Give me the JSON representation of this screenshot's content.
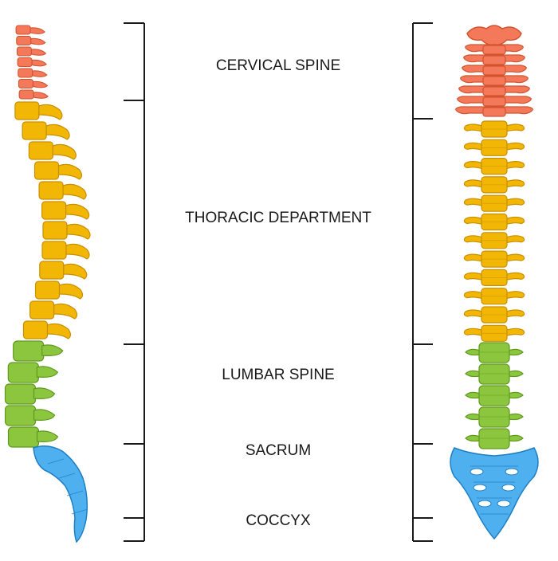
{
  "labels": {
    "cervical": "CERVICAL SPINE",
    "thoracic": "THORACIC DEPARTMENT",
    "lumbar": "LUMBAR SPINE",
    "sacrum": "SACRUM",
    "coccyx": "COCCYX"
  },
  "colors": {
    "cervical": "#f4795a",
    "thoracic": "#f2b705",
    "lumbar": "#8cc63f",
    "sacrum": "#4fb0f0",
    "outline_cervical": "#d2532f",
    "outline_thoracic": "#c98f00",
    "outline_lumbar": "#5f9a1e",
    "outline_sacrum": "#1f7fc4",
    "bracket": "#1a1a1a"
  },
  "region_vertebra_counts": {
    "cervical": 7,
    "thoracic": 12,
    "lumbar": 5
  }
}
